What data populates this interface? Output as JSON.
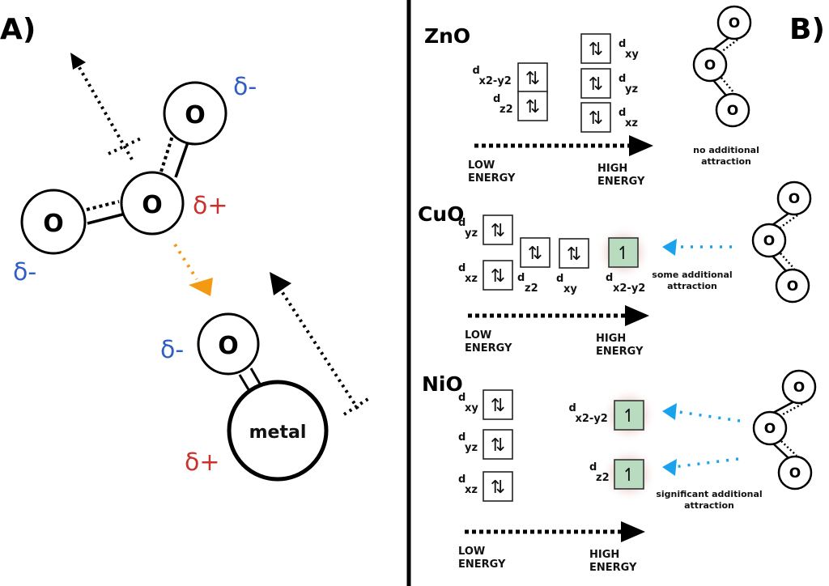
{
  "panels": {
    "a_label": "A)",
    "b_label": "B)"
  },
  "panel_a": {
    "ozone_atoms": [
      "O",
      "O",
      "O"
    ],
    "adsorbed_atom": "O",
    "metal_label": "metal",
    "charges": {
      "top_oxygen": "δ-",
      "central_oxygen": "δ+",
      "left_oxygen": "δ-",
      "adsorbed_oxygen": "δ-",
      "metal": "δ+"
    },
    "colors": {
      "negative": "#2f5fc4",
      "positive": "#c8332e",
      "attraction_arrow": "#f39a12"
    }
  },
  "panel_b": {
    "energy_axis": {
      "low": [
        "LOW",
        "ENERGY"
      ],
      "high": [
        "HIGH",
        "ENERGY"
      ]
    },
    "colors": {
      "attraction_arrow": "#1aa3ec",
      "highlight_fill": "#b9dcc0",
      "highlight_glow": "#e8c9c4"
    },
    "oxides": [
      {
        "name": "ZnO",
        "orbitals": [
          {
            "d": "d",
            "sub": "x2-y2",
            "spin": "⇅",
            "highlight": false
          },
          {
            "d": "d",
            "sub": "z2",
            "spin": "⇅",
            "highlight": false
          },
          {
            "d": "d",
            "sub": "xy",
            "spin": "⇅",
            "highlight": false
          },
          {
            "d": "d",
            "sub": "yz",
            "spin": "⇅",
            "highlight": false
          },
          {
            "d": "d",
            "sub": "xz",
            "spin": "⇅",
            "highlight": false
          }
        ],
        "caption": [
          "no additional",
          "attraction"
        ],
        "ozone_atoms": [
          "O",
          "O",
          "O"
        ]
      },
      {
        "name": "CuO",
        "orbitals": [
          {
            "d": "d",
            "sub": "yz",
            "spin": "⇅",
            "highlight": false
          },
          {
            "d": "d",
            "sub": "xz",
            "spin": "⇅",
            "highlight": false
          },
          {
            "d": "d",
            "sub": "z2",
            "spin": "⇅",
            "highlight": false
          },
          {
            "d": "d",
            "sub": "xy",
            "spin": "⇅",
            "highlight": false
          },
          {
            "d": "d",
            "sub": "x2-y2",
            "spin": "↿",
            "highlight": true
          }
        ],
        "caption": [
          "some additional",
          "attraction"
        ],
        "ozone_atoms": [
          "O",
          "O",
          "O"
        ]
      },
      {
        "name": "NiO",
        "orbitals": [
          {
            "d": "d",
            "sub": "xy",
            "spin": "⇅",
            "highlight": false
          },
          {
            "d": "d",
            "sub": "yz",
            "spin": "⇅",
            "highlight": false
          },
          {
            "d": "d",
            "sub": "xz",
            "spin": "⇅",
            "highlight": false
          },
          {
            "d": "d",
            "sub": "x2-y2",
            "spin": "↿",
            "highlight": true
          },
          {
            "d": "d",
            "sub": "z2",
            "spin": "↿",
            "highlight": true
          }
        ],
        "caption": [
          "significant additional",
          "attraction"
        ],
        "ozone_atoms": [
          "O",
          "O",
          "O"
        ]
      }
    ]
  }
}
